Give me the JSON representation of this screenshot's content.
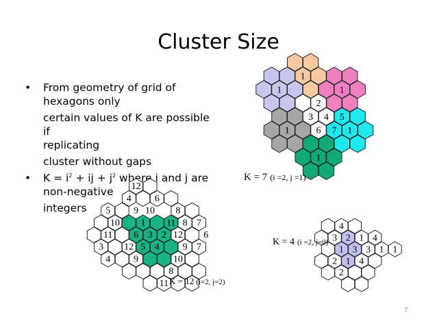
{
  "slide": {
    "title": "Cluster Size",
    "page_number": "7",
    "bullets": [
      {
        "marker": "•",
        "lines": [
          "From geometry of grid of",
          "hexagons only"
        ],
        "continuations": [
          [
            "certain values of K are possible if",
            "replicating"
          ],
          [
            "cluster without gaps"
          ]
        ]
      },
      {
        "marker": "•",
        "line1_parts": {
          "a": "K = i",
          "sup1": "2",
          "b": " + ij + j",
          "sup2": "2",
          "c": " where i and j are"
        },
        "line2": "non-negative",
        "continuation": "integers"
      }
    ]
  },
  "figures": {
    "k7": {
      "caption_main": "K = 7",
      "caption_params": "(i =2, j =1)",
      "labels": [
        "1",
        "1",
        "2",
        "3",
        "4",
        "5",
        "6",
        "7",
        "1",
        "1",
        "1",
        "1"
      ]
    },
    "k4": {
      "caption_main": "K = 4",
      "caption_params": "(i =2, j=0)",
      "labels": [
        "4",
        "3",
        "1",
        "2",
        "4",
        "1",
        "3",
        "2",
        "1",
        "3",
        "1",
        "4",
        "2",
        "1"
      ]
    },
    "k12": {
      "caption_main": "K = 12",
      "caption_params": "(i=2, j=2)",
      "labels": [
        "12",
        "4",
        "6",
        "5",
        "9",
        "10",
        "8",
        "10",
        "8",
        "11",
        "7",
        "3",
        "2",
        "11",
        "7",
        "12",
        "12",
        "3",
        "1",
        "4",
        "6",
        "6",
        "5",
        "4",
        "9",
        "9",
        "10",
        "8",
        "11"
      ]
    }
  },
  "colors": {
    "lavender": "#c6c6ef",
    "peach": "#f8c8a0",
    "pink": "#ee80bf",
    "gray": "#a7a7a7",
    "green": "#11a978",
    "cyan": "#1fe9ef",
    "green_k12": "#19b283",
    "lavender_k4": "#c0c0f0"
  }
}
